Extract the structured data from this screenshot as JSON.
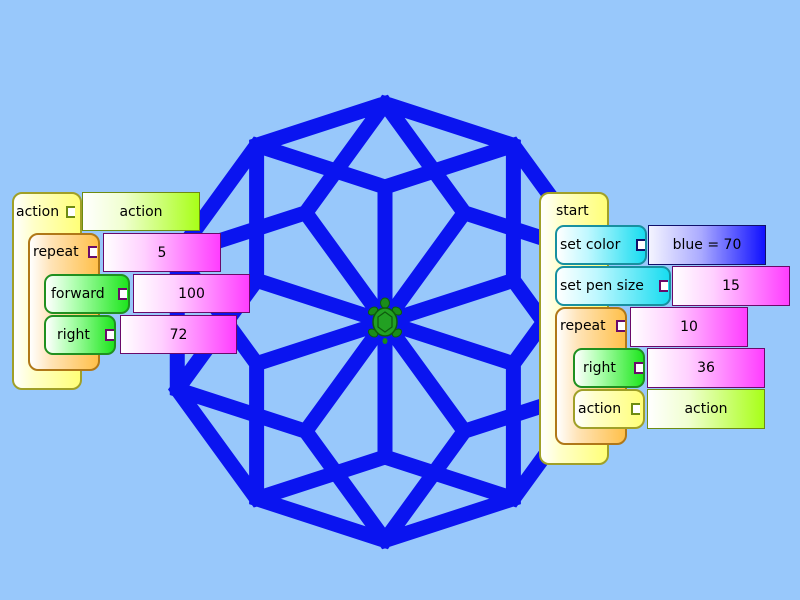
{
  "left_stack": {
    "action_label": "action",
    "action_name": "action",
    "repeat_label": "repeat",
    "repeat_value": "5",
    "forward_label": "forward",
    "forward_value": "100",
    "right_label": "right",
    "right_value": "72"
  },
  "right_stack": {
    "start_label": "start",
    "set_color_label": "set color",
    "set_color_value": "blue = 70",
    "set_pen_size_label": "set pen size",
    "set_pen_size_value": "15",
    "repeat_label": "repeat",
    "repeat_value": "10",
    "right_label": "right",
    "right_value": "36",
    "action_label": "action",
    "action_value": "action"
  },
  "canvas": {
    "background": "#98c8fb",
    "pen_color": "#0a14f0",
    "turtle_color": "#1a8c1a",
    "turtle_icon": "turtle-icon"
  }
}
